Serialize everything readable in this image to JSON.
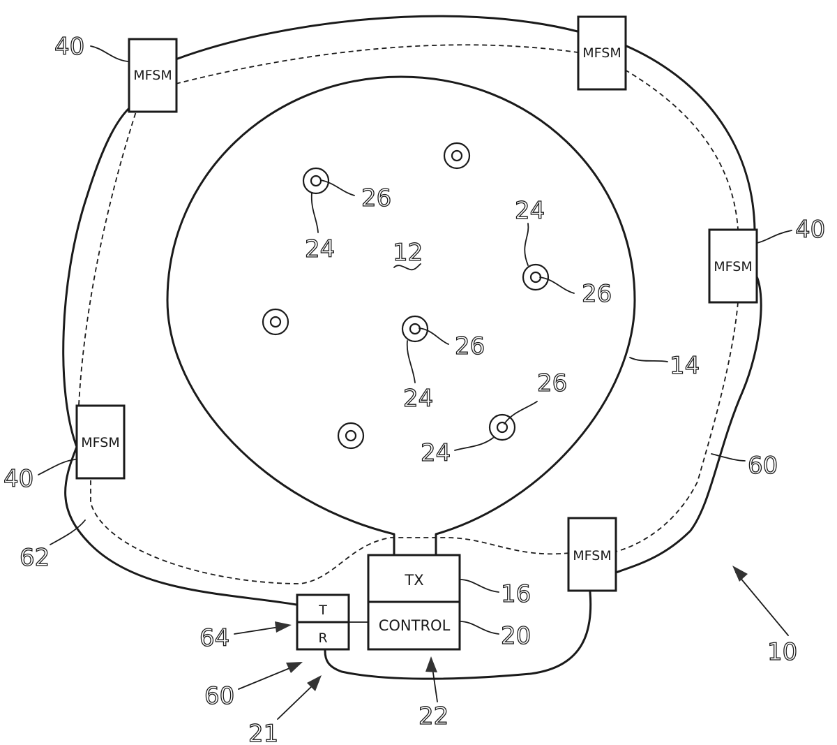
{
  "figure": {
    "system_label": "10",
    "region_label": "12",
    "loop_label": "14",
    "transmitter": {
      "label": "TX",
      "ref": "16"
    },
    "controller": {
      "label": "CONTROL",
      "ref": "20"
    },
    "control_unit_ref": "22",
    "transceiver": {
      "t_label": "T",
      "r_label": "R",
      "ref": "64",
      "ref_60": "60",
      "ref_21": "21"
    },
    "wire_labels": {
      "outer_loop": "60",
      "left_loop": "62"
    },
    "modules": [
      {
        "label": "MFSM",
        "ref": "40"
      },
      {
        "label": "MFSM",
        "ref": ""
      },
      {
        "label": "MFSM",
        "ref": "40"
      },
      {
        "label": "MFSM",
        "ref": "40"
      },
      {
        "label": "MFSM",
        "ref": ""
      }
    ],
    "sensors": [
      {
        "ref_outer": "24",
        "ref_inner": "26"
      },
      {
        "ref_outer": "",
        "ref_inner": ""
      },
      {
        "ref_outer": "24",
        "ref_inner": "26"
      },
      {
        "ref_outer": "",
        "ref_inner": ""
      },
      {
        "ref_outer": "24",
        "ref_inner": "26"
      },
      {
        "ref_outer": "",
        "ref_inner": ""
      },
      {
        "ref_outer": "24",
        "ref_inner": "26"
      }
    ]
  }
}
